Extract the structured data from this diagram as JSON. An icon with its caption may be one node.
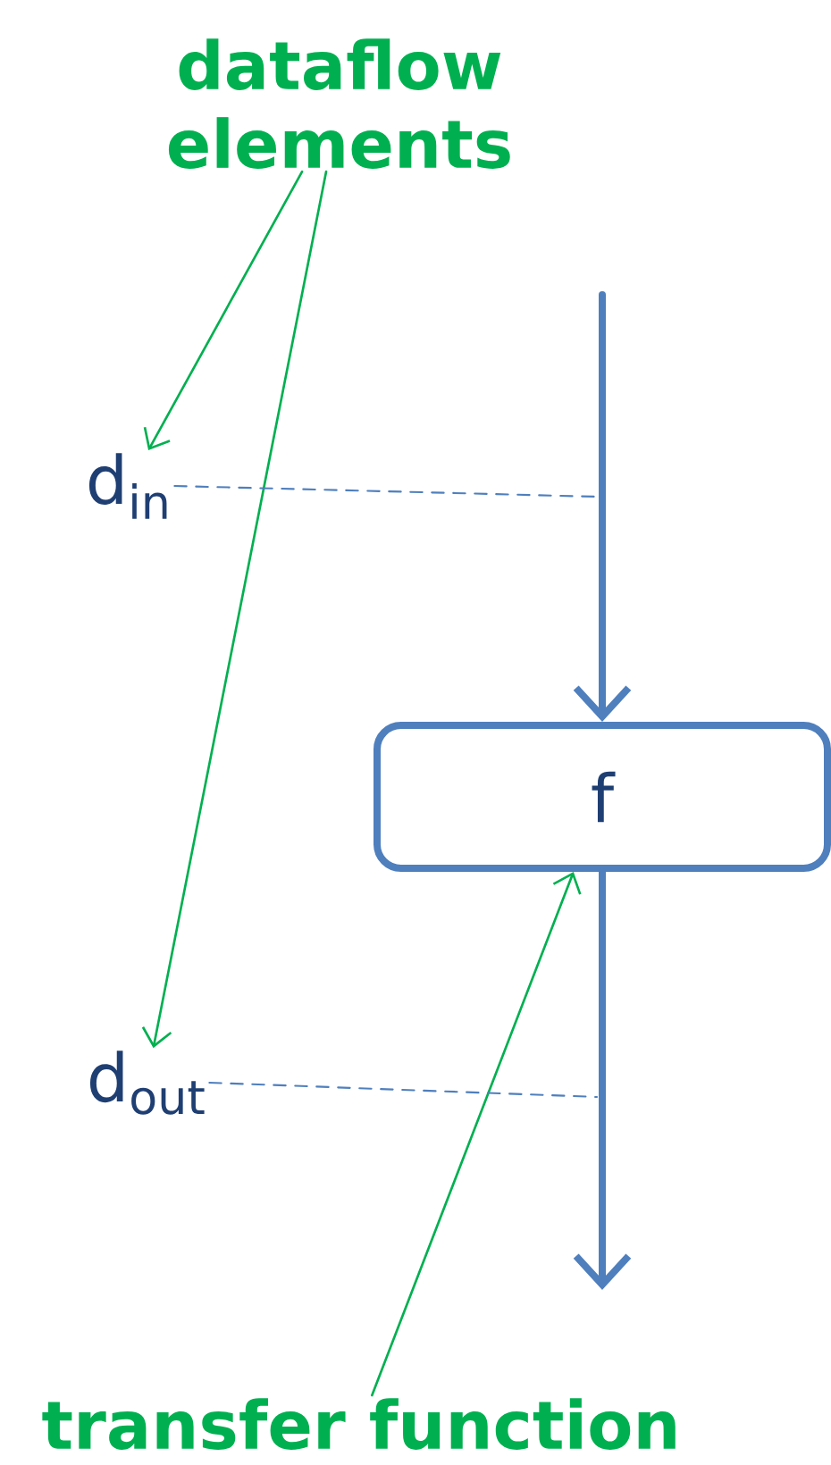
{
  "diagram": {
    "nodes": [
      {
        "text": [
          "dataflow elements"
        ]
      },
      {
        "text": [
          "d$_{in}$"
        ]
      },
      {
        "text": [
          "f"
        ]
      },
      {
        "text": [
          "d$_{out}$"
        ]
      },
      {
        "text": [
          "transfer function"
        ]
      }
    ],
    "edges": [
      {
        "from": 0,
        "to": 1,
        "arrow": "to",
        "color": "#00b050"
      },
      {
        "from": 0,
        "to": 3,
        "arrow": "to",
        "color": "#00b050"
      },
      {
        "from": 4,
        "to": 2,
        "arrow": "to",
        "color": "#00b050"
      },
      {
        "from": null,
        "to": 2,
        "arrow": "to",
        "style": "thick",
        "color": "#4f7fbd"
      },
      {
        "from": 2,
        "to": null,
        "arrow": "to",
        "style": "thick",
        "color": "#4f7fbd"
      },
      {
        "from": 1,
        "to": null,
        "arrow": "none",
        "style": "dashed",
        "color": "#4f7fbd"
      },
      {
        "from": 3,
        "to": null,
        "arrow": "none",
        "style": "dashed",
        "color": "#4f7fbd"
      }
    ]
  }
}
